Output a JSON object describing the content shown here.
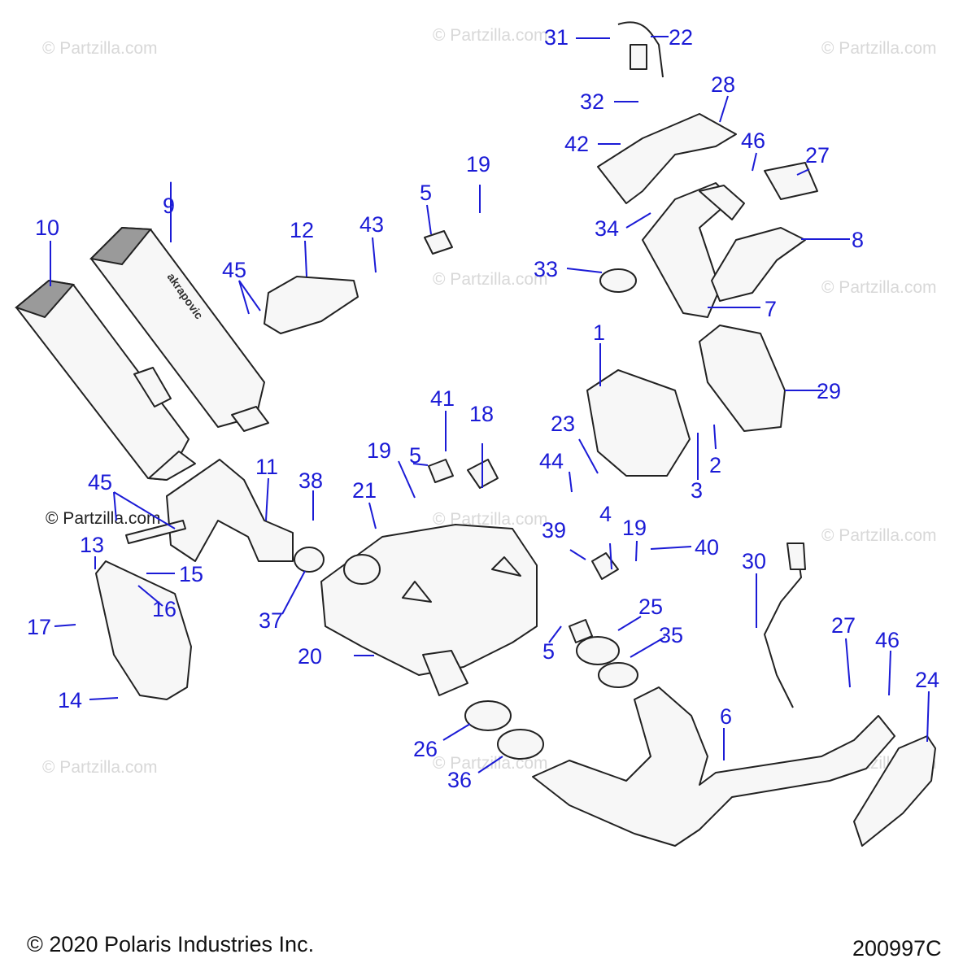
{
  "watermark": {
    "text": "© Partzilla.com",
    "prominent_text": "© Partzilla.com"
  },
  "footer": {
    "copyright": "© 2020 Polaris Industries Inc.",
    "diagram_id": "200997C"
  },
  "muffler_brand_mark": "akrapovic",
  "callouts": [
    "1",
    "2",
    "3",
    "4",
    "5",
    "5",
    "5",
    "6",
    "7",
    "8",
    "9",
    "10",
    "11",
    "12",
    "13",
    "14",
    "15",
    "16",
    "17",
    "18",
    "19",
    "19",
    "19",
    "20",
    "21",
    "22",
    "23",
    "24",
    "25",
    "26",
    "27",
    "27",
    "28",
    "29",
    "30",
    "31",
    "32",
    "33",
    "34",
    "35",
    "36",
    "37",
    "38",
    "39",
    "40",
    "41",
    "42",
    "43",
    "44",
    "45",
    "45",
    "46",
    "46"
  ],
  "colors": {
    "callout": "#1b1bd6",
    "line": "#222222",
    "fill": "#f7f7f7",
    "watermark": "#d8d8d8"
  }
}
